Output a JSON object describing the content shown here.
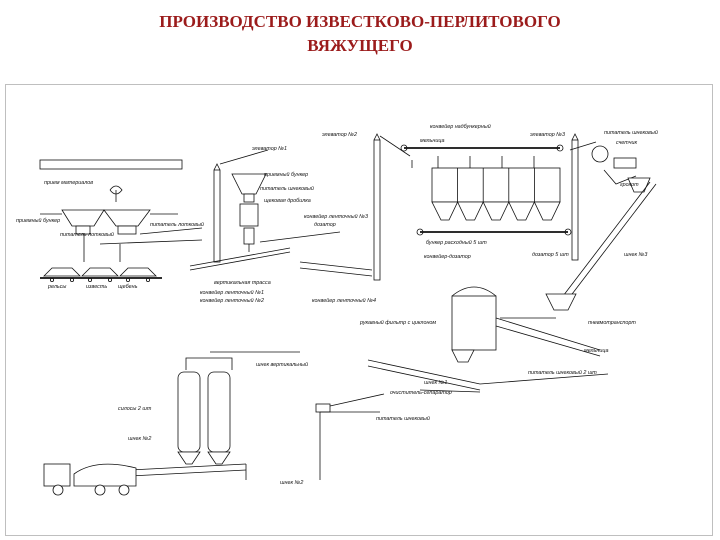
{
  "title": {
    "line1": "ПРОИЗВОДСТВО ИЗВЕСТКОВО-ПЕРЛИТОВОГО",
    "line2": "ВЯЖУЩЕГО"
  },
  "labels": {
    "l01": "элеватор №2",
    "l02": "конвейер надбункерный",
    "l03": "элеватор №3",
    "l04": "питатель шнековый",
    "l05": "элеватор №1",
    "l06": "приемный бункер",
    "l07": "питатель шнековый",
    "l08": "щековая дробилка",
    "l09": "грохот",
    "l10": "конвейер ленточный №3",
    "l11": "дозатор",
    "l12": "прием материалов",
    "l13": "приемный бункер",
    "l14": "питатель лотковый",
    "l15": "питатель лотковый",
    "l16": "рельсы",
    "l17": "известь",
    "l18": "щебень",
    "l19": "бункер расходный 5 шт",
    "l20": "конвейер-дозатор",
    "l21": "дозатор 5 шт",
    "l22": "мельница",
    "l23": "шнек №3",
    "l24": "вертикальная трасса",
    "l25": "конвейер ленточный №1",
    "l26": "конвейер ленточный №2",
    "l27": "конвейер ленточный №4",
    "l28": "рукавный фильтр с циклоном",
    "l29": "пневмотранспорт",
    "l30": "мельница",
    "l31": "шнек вертикальный",
    "l32": "питатель шнековый 2 шт",
    "l33": "шнек №1",
    "l34": "очиститель-сепаратор",
    "l35": "силосы 2 шт",
    "l36": "питатель шнековый",
    "l37": "шнек №2",
    "l38": "шнек №2",
    "l39": "счетчик"
  }
}
